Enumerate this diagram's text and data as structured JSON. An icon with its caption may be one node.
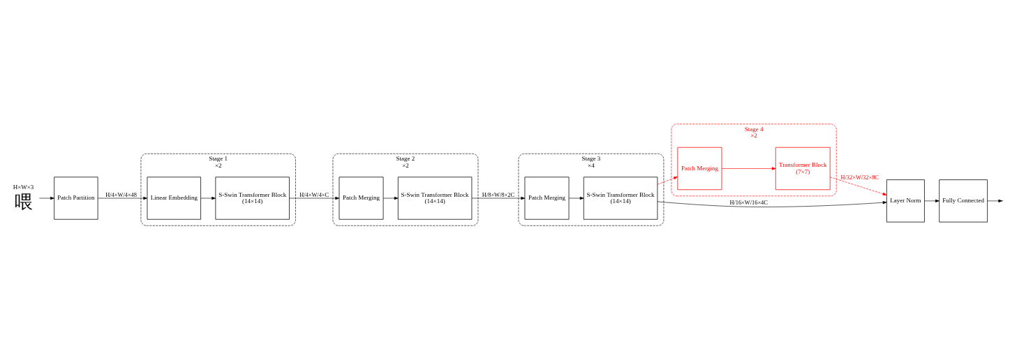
{
  "diagram": {
    "nodes": [
      {
        "text": [
          "喂"
        ],
        "beside": [
          "H×W×3"
        ]
      },
      {
        "text": [
          "Patch Partition"
        ]
      },
      {
        "text": [
          "Stage 1",
          "×2"
        ]
      },
      {
        "text": [
          "Linear Embedding"
        ],
        "in": 2
      },
      {
        "text": [
          "S-Swin Transformer Block",
          "(14×14)"
        ],
        "in": 2
      },
      {
        "text": [
          "Stage 2",
          "×2"
        ]
      },
      {
        "text": [
          "Patch Merging"
        ],
        "in": 5
      },
      {
        "text": [
          "S-Swin Transformer Block",
          "(14×14)"
        ],
        "in": 5
      },
      {
        "text": [
          "Stage 3",
          "×4"
        ]
      },
      {
        "text": [
          "Patch Merging"
        ],
        "in": 8
      },
      {
        "text": [
          "S-Swin Transformer Block",
          "(14×14)"
        ],
        "in": 8
      },
      {
        "text": [
          "Stage 4",
          "×2"
        ]
      },
      {
        "text": [
          "Patch Merging"
        ],
        "in": 11
      },
      {
        "text": [
          "Transformer Block",
          "(7×7)"
        ],
        "in": 11
      },
      {
        "text": [
          "Layer Norm"
        ]
      },
      {
        "text": [
          "Fully Connected"
        ]
      }
    ],
    "edges": [
      {
        "from": 0,
        "to": 1,
        "arrow": "to"
      },
      {
        "from": 1,
        "to": 3,
        "arrow": "to",
        "label": "H/4×W/4×48"
      },
      {
        "from": 3,
        "to": 4,
        "arrow": "to"
      },
      {
        "from": 4,
        "to": 6,
        "arrow": "to",
        "label": "H/4×W/4×C"
      },
      {
        "from": 6,
        "to": 7,
        "arrow": "to"
      },
      {
        "from": 7,
        "to": 9,
        "arrow": "to",
        "label": "H/8×W/8×2C"
      },
      {
        "from": 9,
        "to": 10,
        "arrow": "to"
      },
      {
        "from": 10,
        "to": 14,
        "arrow": "to",
        "label": "H/16×W/16×4C"
      },
      {
        "from": 10,
        "to": 12,
        "arrow": "to",
        "style": "dashed",
        "color": "#ff0000"
      },
      {
        "from": 12,
        "to": 13,
        "arrow": "to",
        "color": "#ff0000"
      },
      {
        "from": 13,
        "to": 14,
        "arrow": "to",
        "style": "dashed",
        "color": "#ff0000",
        "label": "H/32×W/32×8C"
      },
      {
        "from": 14,
        "to": 15,
        "arrow": "to"
      },
      {
        "from": 15,
        "to": null,
        "arrow": "to"
      }
    ]
  }
}
